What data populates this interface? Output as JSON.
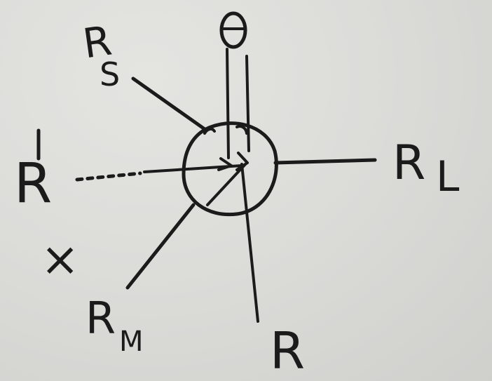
{
  "diagram": {
    "top_group_label": "O",
    "substituents": {
      "small": {
        "base": "R",
        "sub": "S"
      },
      "large": {
        "base": "R",
        "sub": "L"
      },
      "medium": {
        "base": "R",
        "sub": "M"
      },
      "nucleophile": "R",
      "bottom": "R",
      "cross_mark": "×"
    }
  }
}
